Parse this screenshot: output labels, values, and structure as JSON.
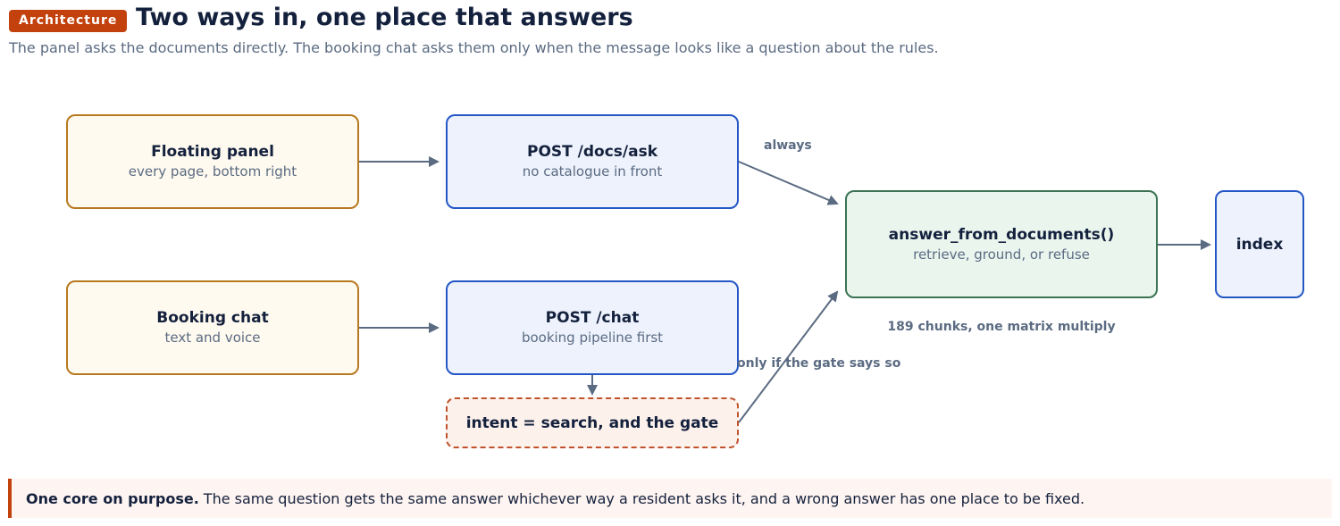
{
  "header": {
    "badge": "Architecture",
    "title": "Two ways in, one place that answers",
    "subtitle": "The panel asks the documents directly. The booking chat asks them only when the message looks like a question about the rules."
  },
  "nodes": {
    "floating_panel": {
      "title": "Floating panel",
      "sub": "every page, bottom right"
    },
    "booking_chat": {
      "title": "Booking chat",
      "sub": "text and voice"
    },
    "docs_ask": {
      "title": "POST /docs/ask",
      "sub": "no catalogue in front"
    },
    "chat": {
      "title": "POST /chat",
      "sub": "booking pipeline first"
    },
    "gate": {
      "title": "intent = search, and the gate"
    },
    "core": {
      "title": "answer_from_documents()",
      "sub": "retrieve, ground, or refuse",
      "note": "189 chunks, one matrix multiply"
    },
    "index": {
      "title": "index"
    }
  },
  "edges": {
    "always": "always",
    "gate_says": "only if the gate says so"
  },
  "callout": {
    "lead": "One core on purpose.",
    "text": "The same question gets the same answer whichever way a resident asks it, and a wrong answer has one place to be fixed."
  },
  "colors": {
    "accent": "#c2410c",
    "client_border": "#b7791f",
    "endpoint_border": "#2457c5",
    "core_border": "#3b7354",
    "arrow": "#5b6b82"
  }
}
